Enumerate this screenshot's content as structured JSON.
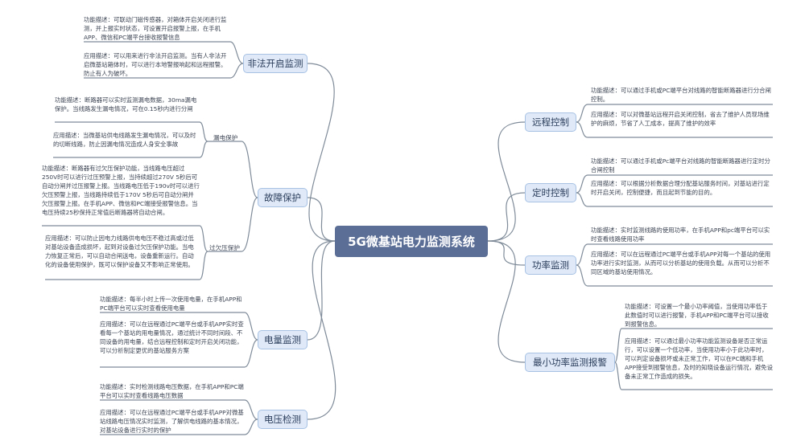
{
  "center": {
    "title": "5G微基站电力监测系统"
  },
  "branches": {
    "illegal_open": {
      "label": "非法开启监测",
      "notes": [
        "功能描述：可联动门磁传感器，对箱体开启关闭进行监测，并上报实时状态，可设置开启报警上报，在手机APP、微信和PC端平台接收报警信息",
        "应用描述：可以用来进行非法开启监测。当有人非法开启微基站箱体时，可以进行本地警报响起和远程报警。防止有人为破坏。"
      ]
    },
    "fault_protect": {
      "label": "故障保护",
      "leakage": {
        "label": "漏电保护",
        "notes": [
          "功能描述：断路器可以实时监测漏电数据，30ma漏电保护。当线路发生漏电情况，可在0.15秒内进行分闸",
          "应用描述：当微基站供电线路发生漏电情况，可以及时的切断线路，防止因漏电情况造成人身安全事故"
        ]
      },
      "voltage": {
        "label": "过欠压保护",
        "notes": [
          "功能描述：断路器有过欠压保护功能，当线路电压超过250V时可以进行过压预警上报，当持续超过270V 5秒后可自动分闸并过压报警上报。当线路电压低于190v时可以进行欠压预警上报，当线路持续低于170V 5秒后可自动分闸并欠压报警上报。在手机APP、微信和PC端接受报警信息。当电压持续25秒保持正常值后断路器将自动合闸。",
          "应用描述：可以防止因电力线路供电电压不稳过高或过低对基站设备造成损坏，起到对设备过欠压保护功能。当电力恢复正常后，可以自动合闸送电，设备重新运行。自动化的设备使用保护，既可以保护设备又不影响正常使用。"
        ]
      }
    },
    "energy": {
      "label": "电量监测",
      "notes": [
        "功能描述：每半小时上传一次使用电量，在手机APP和PC端平台可以实时查看使用电量",
        "应用描述：可以在远程通过PC端平台或手机APP实时查看每一个基站的用电量情况，通过统计不同时间段、不同设备的用电量，结合远程控制和定时开启关闭功能，可以分析制定更优的基站服务方案"
      ]
    },
    "voltage_detect": {
      "label": "电压检测",
      "notes": [
        "功能描述：实时检测线路电压数据，在手机APP和PC端平台可以实时查看线路电压数据",
        "应用描述：可以在远程通过PC端平台或手机APP对微基站线路电压情况实时监测，了解供电线路的基本情况，对基站设备进行实时的保护"
      ]
    },
    "remote": {
      "label": "远程控制",
      "notes": [
        "功能描述：可以通过手机或PC端平台对线路的智能断路器进行分合闸控制。",
        "应用描述：可以对微基站远程开启关闭控制，省去了维护人员现场维护的麻烦，节省了人工成本，提高了维护的效率"
      ]
    },
    "timer": {
      "label": "定时控制",
      "notes": [
        "功能描述：可以通过手机或Pc端平台对线路的智能断路器进行定时分合闸控制",
        "应用描述：可以根据分析数据合理分配基站服务时间，对基站进行定时开启关闭，控制便捷，而且起到节能的目的。"
      ]
    },
    "power": {
      "label": "功率监测",
      "notes": [
        "功能描述：实时监测线路的使用功率，在手机APP和pc端平台可以实时查看线路使用功率",
        "应用描述：可以在远程通过PC端平台或手机APP对每一个基站的使用功率进行实时监测，从而可以分析基站的使用负载。从而可以分析不同区域的基站使用情况。"
      ]
    },
    "min_power": {
      "label": "最小功率监测报警",
      "notes": [
        "功能描述：可设置一个最小功率阈值，当使用功率低于此数值时可以进行报警，手机APP和PC端平台可以接收到报警信息。",
        "应用描述：可以通过最小功率功能监测设备是否正常运行，可以设置一个低功率，当使用功率小于此功率时，可以判定设备损坏或未正常工作，可以在PC端和手机APP接受到报警信息，及时的知晓设备运行情况，避免设备未正常工作造成的损失。"
      ]
    }
  },
  "colors": {
    "center": "#5b6e96",
    "branch_fill": "#dfe9f8",
    "branch_border": "#a8c2e4",
    "wire": "#7f8b99"
  }
}
